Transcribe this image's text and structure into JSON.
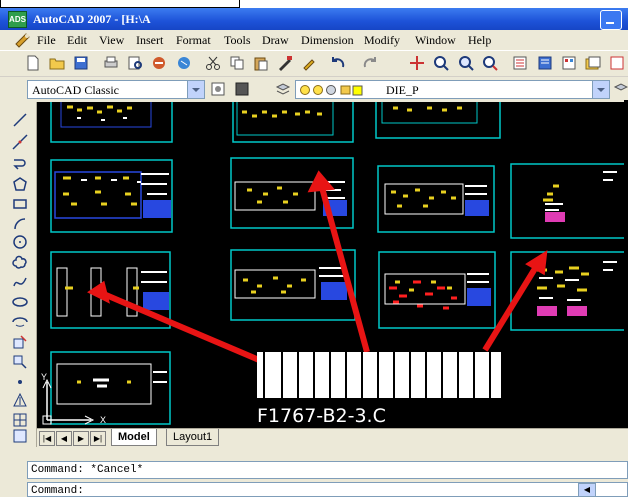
{
  "window": {
    "title": "AutoCAD 2007 - [H:\\A",
    "app_icon": "ADS"
  },
  "menu": [
    {
      "label": "File"
    },
    {
      "label": "Edit"
    },
    {
      "label": "View"
    },
    {
      "label": "Insert"
    },
    {
      "label": "Format"
    },
    {
      "label": "Tools"
    },
    {
      "label": "Draw"
    },
    {
      "label": "Dimension"
    },
    {
      "label": "Modify"
    },
    {
      "label": "Window"
    },
    {
      "label": "Help"
    }
  ],
  "toolbar": {
    "workspace": "AutoCAD Classic",
    "layer": "DIE_P"
  },
  "layout_tabs": [
    {
      "label": "Model",
      "active": true
    },
    {
      "label": "Layout1",
      "active": false
    }
  ],
  "barcode_caption": "F1767-B2-3.C",
  "command": {
    "history": "Command: *Cancel*",
    "prompt": "Command:"
  },
  "colors": {
    "frame": "#00c8c8",
    "arrow": "#e81414",
    "canvas": "#000000",
    "titlebar": "#1d52d8"
  }
}
